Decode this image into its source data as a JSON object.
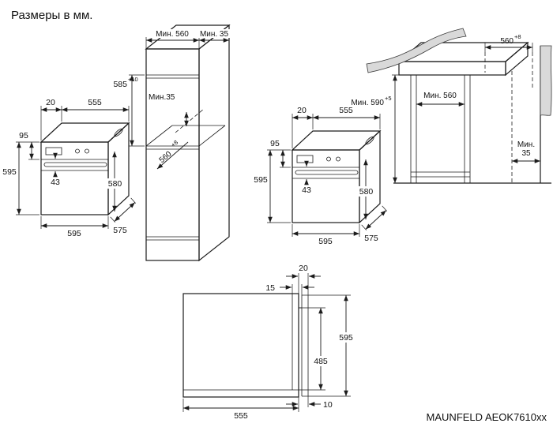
{
  "title": "Размеры в мм.",
  "model": "MAUNFELD AEOK7610xx",
  "diagrams": {
    "oven": {
      "frame_offset": "20",
      "top_width": "555",
      "panel_height": "95",
      "height": "595",
      "handle_gap": "43",
      "body_height": "580",
      "width": "595",
      "depth": "575"
    },
    "column_cabinet": {
      "min_depth": "Мин. 560",
      "min_top_gap": "Мин. 35",
      "niche_height": "585",
      "niche_height_tol": "+10",
      "min_back_gap": "Мин.35",
      "niche_width": "560",
      "niche_width_tol": "+8"
    },
    "base_cabinet": {
      "niche_width": "560",
      "niche_width_tol": "+8",
      "min_height": "Мин. 590",
      "min_height_tol": "+5",
      "min_depth": "Мин. 560",
      "min_back_gap_line1": "Мин.",
      "min_back_gap_line2": "35"
    },
    "side_view": {
      "door_offset": "20",
      "panel_recess": "15",
      "height": "595",
      "door_inner": "485",
      "depth": "555",
      "bottom_gap": "10"
    }
  }
}
